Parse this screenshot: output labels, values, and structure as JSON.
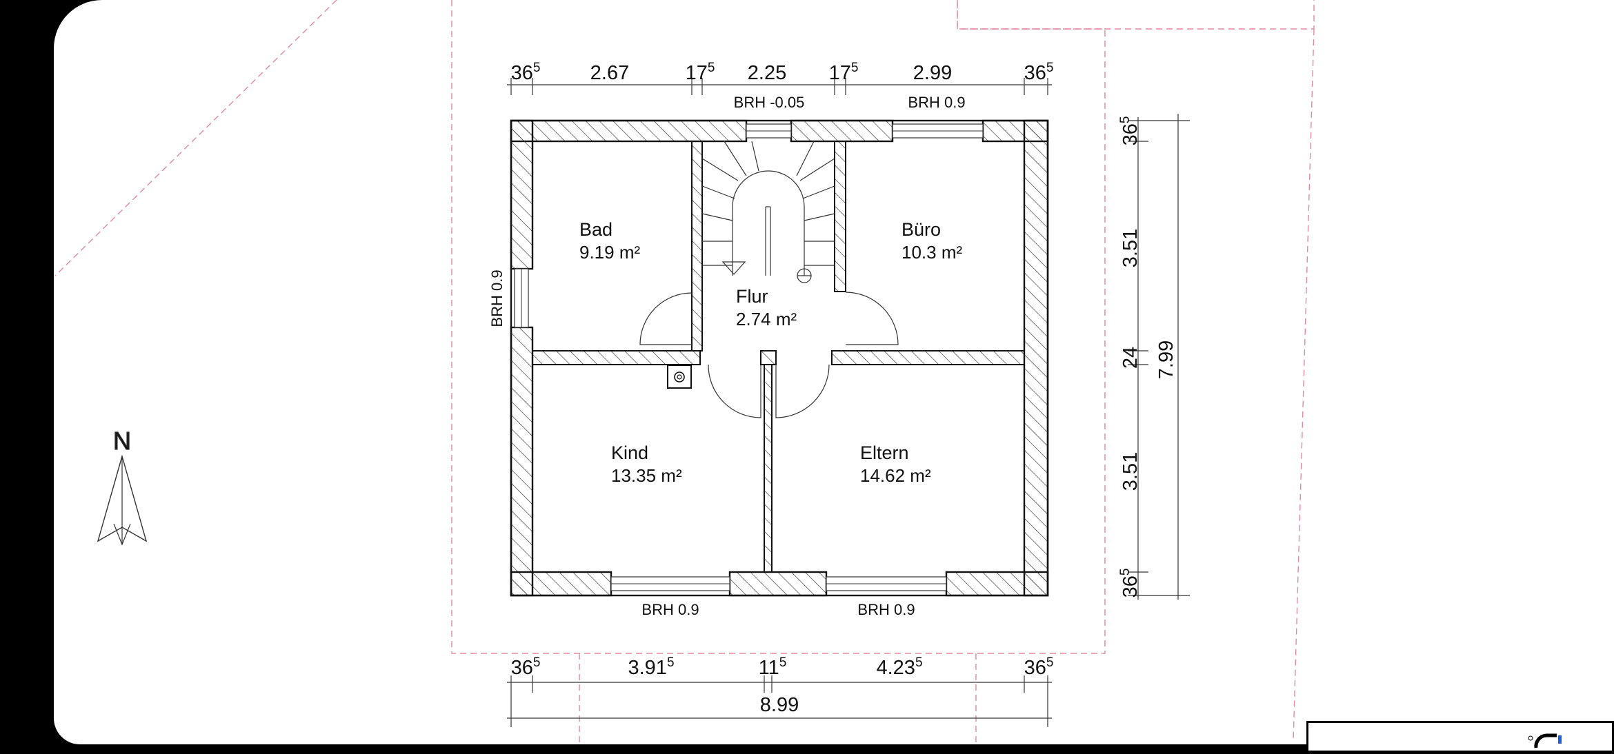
{
  "rooms": {
    "bad": {
      "name": "Bad",
      "area": "9.19 m²"
    },
    "buero": {
      "name": "Büro",
      "area": "10.3 m²"
    },
    "flur": {
      "name": "Flur",
      "area": "2.74 m²"
    },
    "kind": {
      "name": "Kind",
      "area": "13.35 m²"
    },
    "eltern": {
      "name": "Eltern",
      "area": "14.62 m²"
    }
  },
  "window_labels": {
    "top_stair": "BRH -0.05",
    "top_buero": "BRH 0.9",
    "left_bad": "BRH 0.9",
    "bottom_kind": "BRH 0.9",
    "bottom_eltern": "BRH 0.9"
  },
  "dimensions": {
    "top": [
      {
        "main": "36",
        "sup": "5"
      },
      {
        "main": "2.67",
        "sup": ""
      },
      {
        "main": "17",
        "sup": "5"
      },
      {
        "main": "2.25",
        "sup": ""
      },
      {
        "main": "17",
        "sup": "5"
      },
      {
        "main": "2.99",
        "sup": ""
      },
      {
        "main": "36",
        "sup": "5"
      }
    ],
    "bottom": [
      {
        "main": "36",
        "sup": "5"
      },
      {
        "main": "3.91",
        "sup": "5"
      },
      {
        "main": "11",
        "sup": "5"
      },
      {
        "main": "4.23",
        "sup": "5"
      },
      {
        "main": "36",
        "sup": "5"
      }
    ],
    "bottom_total": "8.99",
    "right": [
      {
        "main": "36",
        "sup": "5"
      },
      {
        "main": "3.51",
        "sup": ""
      },
      {
        "main": "24",
        "sup": ""
      },
      {
        "main": "3.51",
        "sup": ""
      },
      {
        "main": "36",
        "sup": "5"
      }
    ],
    "right_total": "7.99"
  },
  "north": {
    "letter": "N"
  },
  "colors": {
    "wall": "#111111",
    "hatch": "#333333",
    "plot_border": "#e28aa0",
    "background": "#ffffff"
  },
  "icons": [
    "north-arrow-icon",
    "chimney-icon",
    "brand-logo-icon"
  ]
}
